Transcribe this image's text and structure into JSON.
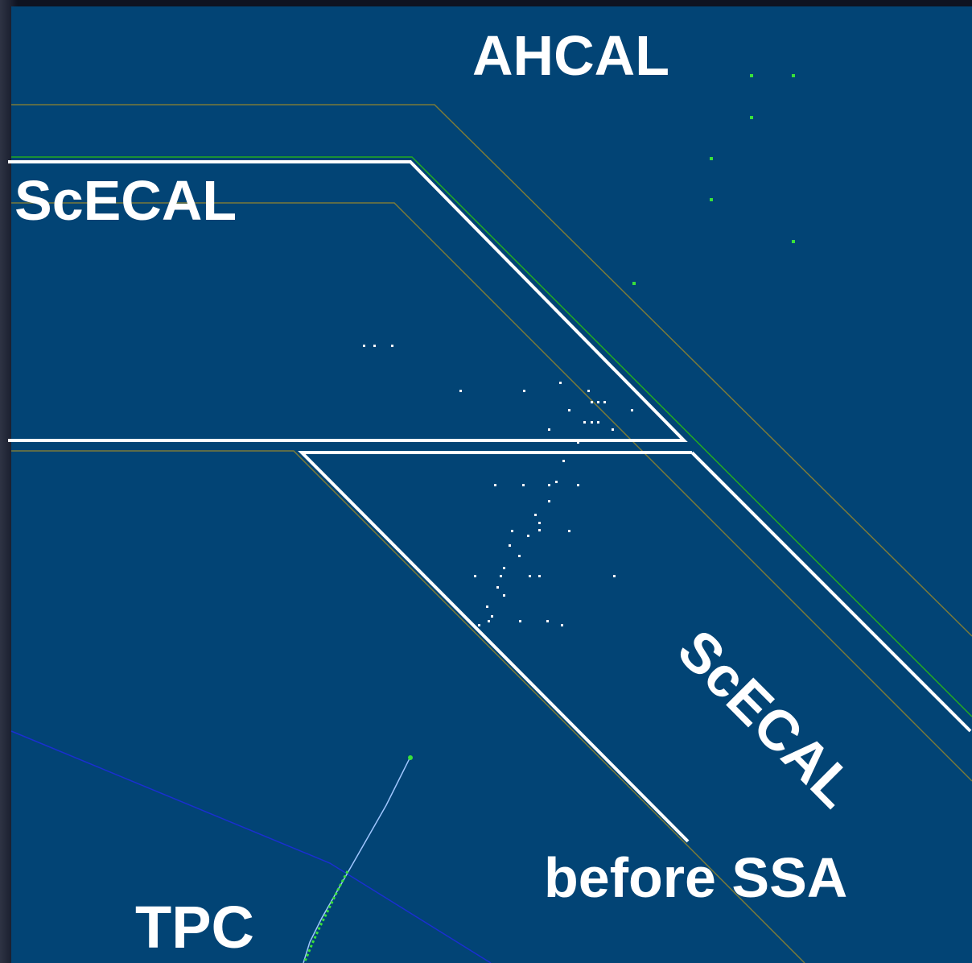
{
  "labels": {
    "ahcal": "AHCAL",
    "scecal_left": "ScECAL",
    "scecal_right": "ScECAL",
    "before_ssa": "before SSA",
    "tpc": "TPC"
  },
  "colors": {
    "background": "#024475",
    "module_outline": "#ffffff",
    "detector_boundary": "#7a7a3a",
    "tpc_boundary": "#1a2fd0",
    "ahcal_boundary": "#22aa22",
    "ahcal_hits": "#39e03a",
    "ecal_hits": "#ffffff",
    "track": "#9fc6ff"
  }
}
